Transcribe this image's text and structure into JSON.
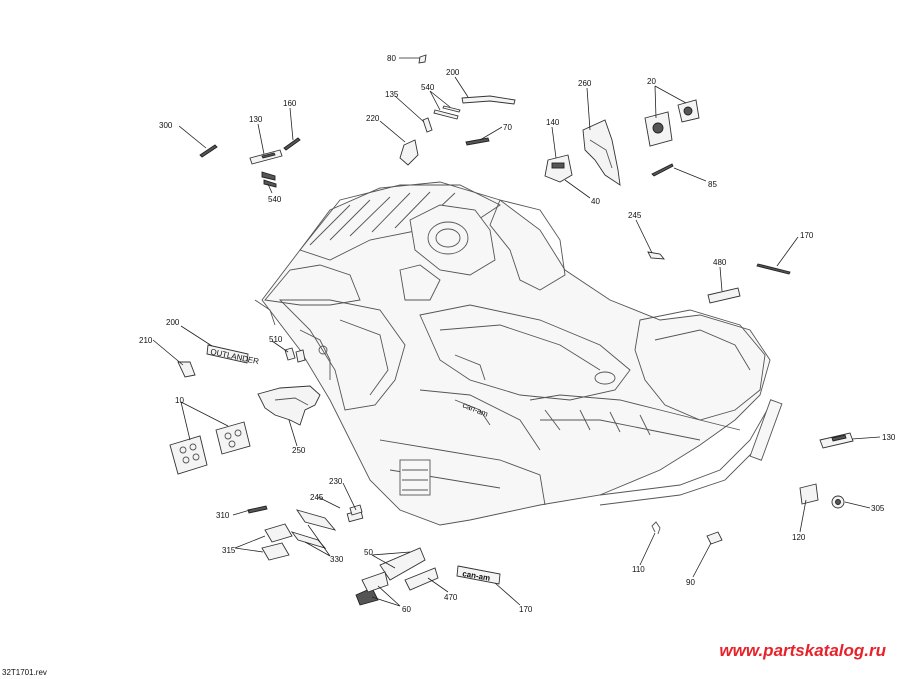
{
  "callouts": [
    {
      "id": "c80",
      "text": "80"
    },
    {
      "id": "c200a",
      "text": "200"
    },
    {
      "id": "c135",
      "text": "135"
    },
    {
      "id": "c540a",
      "text": "540"
    },
    {
      "id": "c260",
      "text": "260"
    },
    {
      "id": "c20",
      "text": "20"
    },
    {
      "id": "c160",
      "text": "160"
    },
    {
      "id": "c130a",
      "text": "130"
    },
    {
      "id": "c300",
      "text": "300"
    },
    {
      "id": "c220",
      "text": "220"
    },
    {
      "id": "c70",
      "text": "70"
    },
    {
      "id": "c140",
      "text": "140"
    },
    {
      "id": "c540b",
      "text": "540"
    },
    {
      "id": "c40",
      "text": "40"
    },
    {
      "id": "c85",
      "text": "85"
    },
    {
      "id": "c245a",
      "text": "245"
    },
    {
      "id": "c170a",
      "text": "170"
    },
    {
      "id": "c480",
      "text": "480"
    },
    {
      "id": "c200b",
      "text": "200"
    },
    {
      "id": "c210",
      "text": "210"
    },
    {
      "id": "c510",
      "text": "510"
    },
    {
      "id": "c10",
      "text": "10"
    },
    {
      "id": "c250",
      "text": "250"
    },
    {
      "id": "c130b",
      "text": "130"
    },
    {
      "id": "c230",
      "text": "230"
    },
    {
      "id": "c245b",
      "text": "245"
    },
    {
      "id": "c310",
      "text": "310"
    },
    {
      "id": "c305",
      "text": "305"
    },
    {
      "id": "c315",
      "text": "315"
    },
    {
      "id": "c330",
      "text": "330"
    },
    {
      "id": "c120",
      "text": "120"
    },
    {
      "id": "c50",
      "text": "50"
    },
    {
      "id": "c110",
      "text": "110"
    },
    {
      "id": "c470",
      "text": "470"
    },
    {
      "id": "c90",
      "text": "90"
    },
    {
      "id": "c60",
      "text": "60"
    },
    {
      "id": "c170b",
      "text": "170"
    }
  ],
  "decal_text": {
    "outlander": "OUTLANDER",
    "canam": "can-am"
  },
  "watermark": "www.partskatalog.ru",
  "drawing_ref": "32T1701.rev",
  "colors": {
    "watermark": "#e8222a",
    "line": "#333333"
  }
}
